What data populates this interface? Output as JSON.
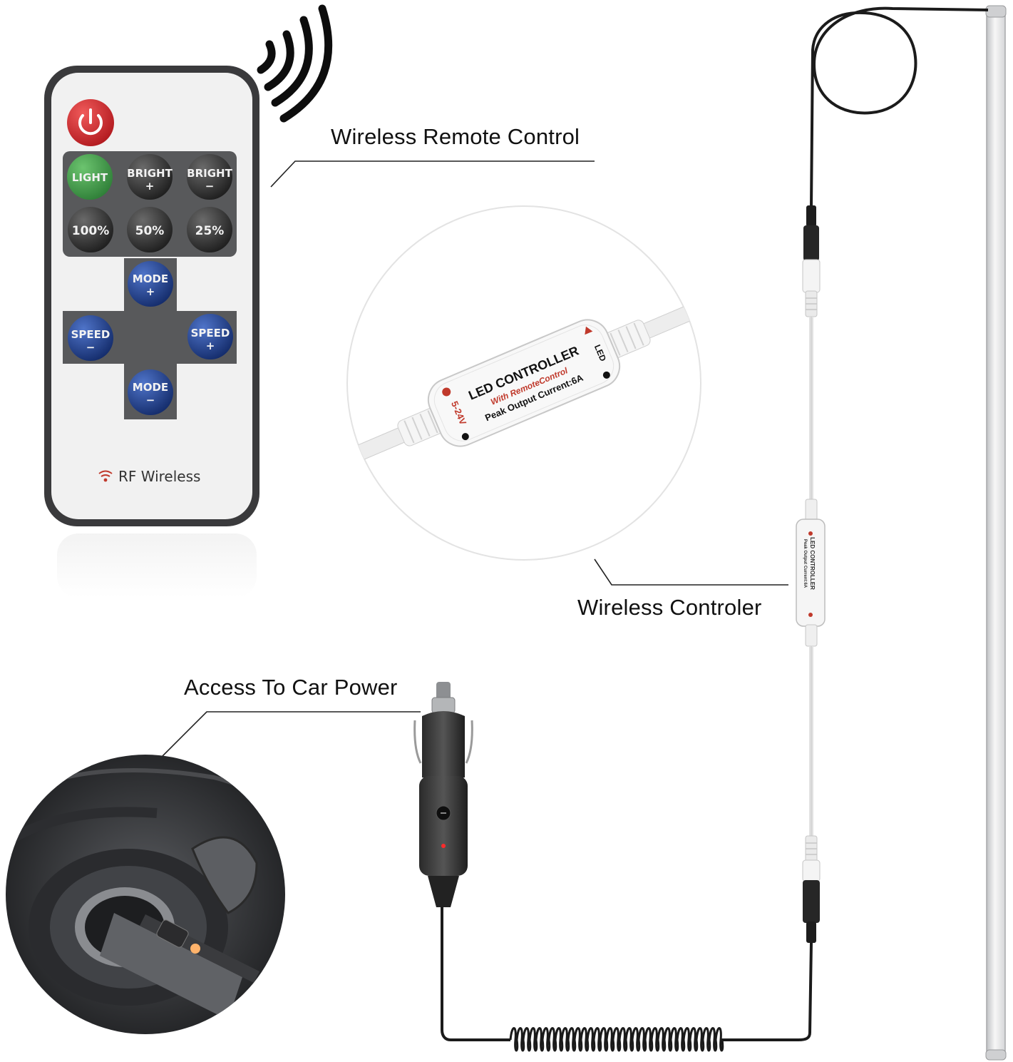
{
  "callouts": {
    "remote": "Wireless Remote Control",
    "controller": "Wireless Controler",
    "power": "Access To Car Power"
  },
  "remote": {
    "power_icon": "power-icon",
    "buttons": {
      "light": "LIGHT",
      "bright_plus_top": "BRIGHT",
      "bright_plus_sign": "+",
      "bright_minus_top": "BRIGHT",
      "bright_minus_sign": "−",
      "pct_100": "100%",
      "pct_50": "50%",
      "pct_25": "25%",
      "mode_plus_top": "MODE",
      "mode_plus_sign": "+",
      "mode_minus_top": "MODE",
      "mode_minus_sign": "−",
      "speed_minus_top": "SPEED",
      "speed_minus_sign": "−",
      "speed_plus_top": "SPEED",
      "speed_plus_sign": "+"
    },
    "footer": "RF Wireless",
    "footer_icon": "wifi-icon"
  },
  "controller": {
    "title": "LED CONTROLLER",
    "subtitle": "With RemoteControl",
    "spec": "Peak Output Current:6A",
    "voltage": "5-24V",
    "led_label": "LED"
  },
  "colors": {
    "power_red": "#d9262b",
    "light_green": "#3f9a4a",
    "mode_blue": "#1d3f8f",
    "remote_dark": "#3a3a3c",
    "pad_gray": "#58595b",
    "controller_red": "#c0392b"
  }
}
